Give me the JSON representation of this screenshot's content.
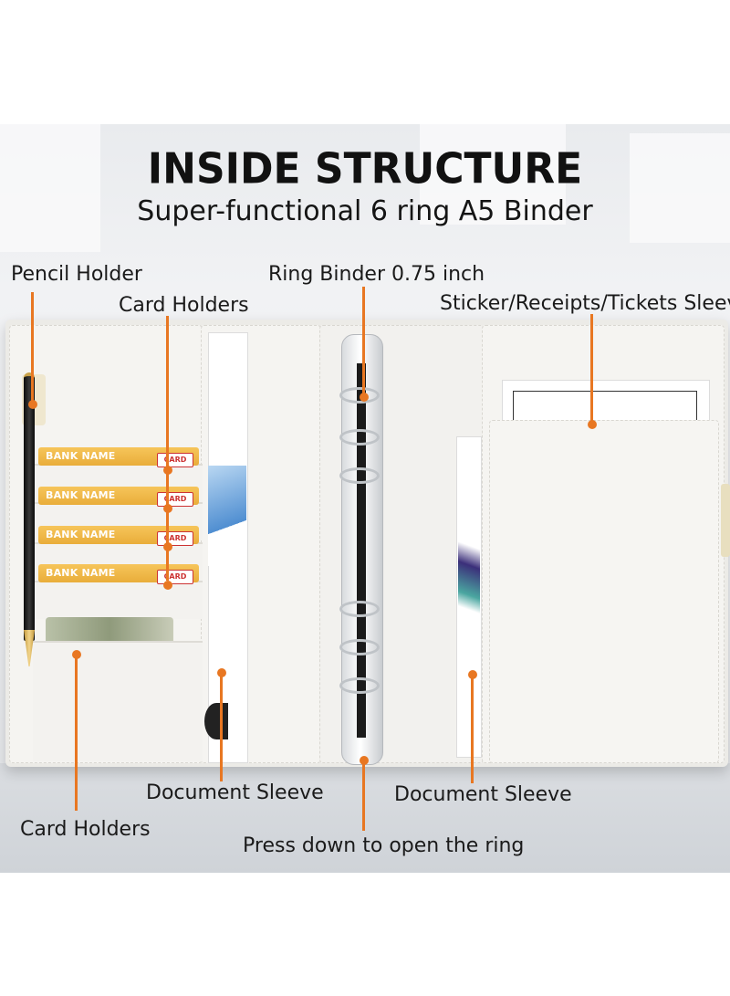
{
  "header": {
    "title": "INSIDE STRUCTURE",
    "subtitle": "Super-functional 6 ring A5 Binder"
  },
  "callouts": {
    "pencil_holder": "Pencil Holder",
    "card_holders_top": "Card Holders",
    "ring_binder": "Ring Binder 0.75 inch",
    "sticker_sleeve": "Sticker/Receipts/Tickets Sleeve",
    "document_sleeve_left": "Document Sleeve",
    "document_sleeve_right": "Document Sleeve",
    "card_holders_bottom": "Card Holders",
    "press_down": "Press down to open the ring"
  },
  "cards": [
    {
      "name": "BANK NAME",
      "chip": "CARD"
    },
    {
      "name": "BANK NAME",
      "chip": "CARD"
    },
    {
      "name": "BANK NAME",
      "chip": "CARD"
    },
    {
      "name": "BANK NAME",
      "chip": "CARD"
    }
  ],
  "colors": {
    "accent": "#e87722",
    "card_gold": "#f0b94a",
    "leather": "#ecebe7"
  }
}
